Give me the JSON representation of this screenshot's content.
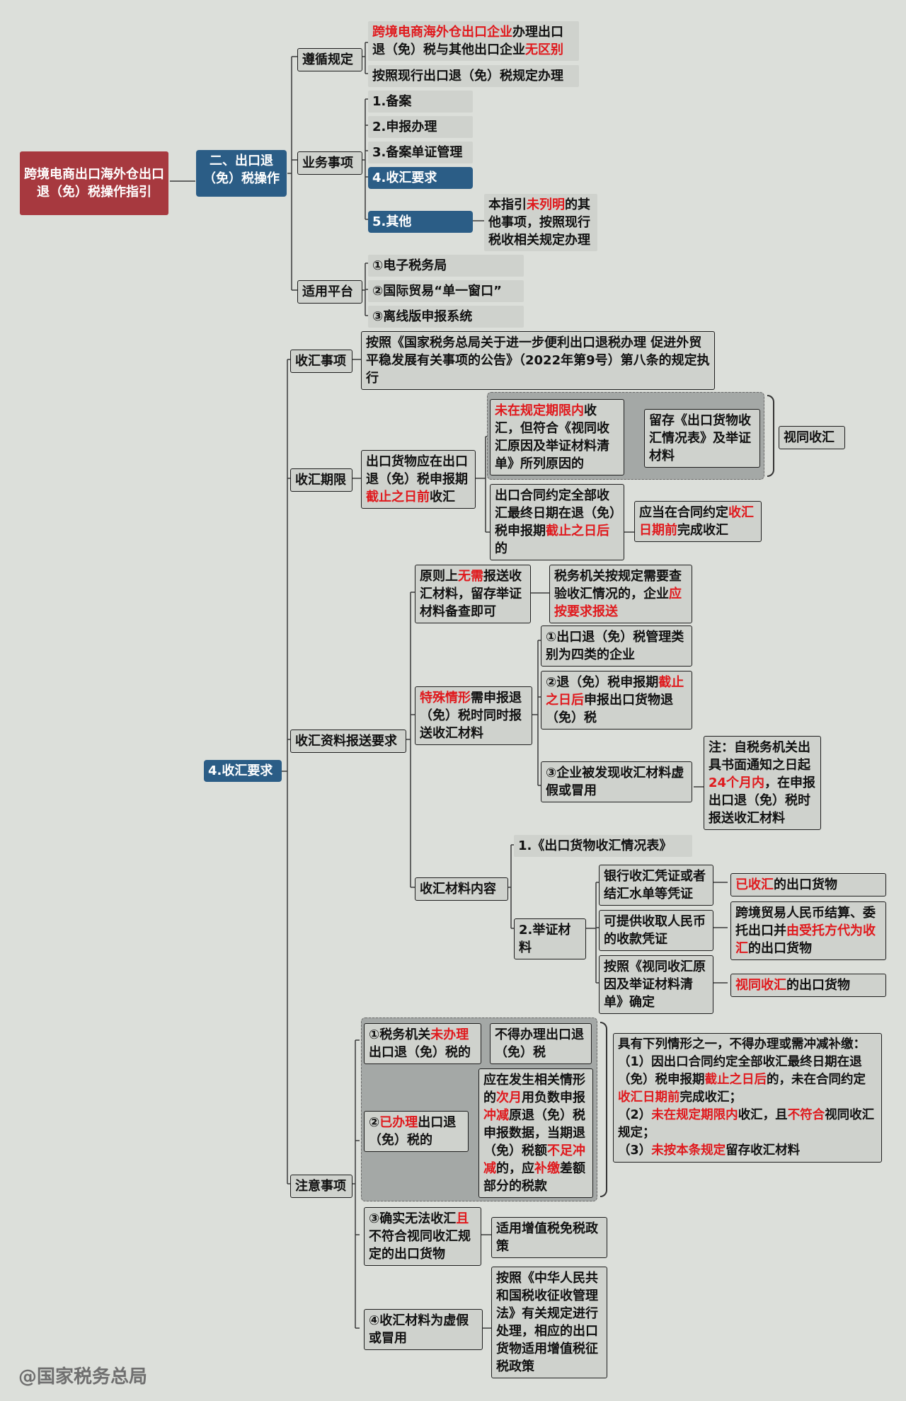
{
  "root": "跨境电商出口海外仓出口退（免）税操作指引",
  "sec2": "二、出口退（免）税操作",
  "top": {
    "l_follow": "遵循规定",
    "follow_1": [
      [
        "跨境电商海外仓出口企业",
        "r"
      ],
      [
        "办理出口退（免）税与其他出口企业",
        ""
      ],
      [
        "无区别",
        "r"
      ]
    ],
    "follow_2": "按照现行出口退（免）税规定办理",
    "l_business": "业务事项",
    "biz": [
      "1.备案",
      "2.申报办理",
      "3.备案单证管理",
      "4.收汇要求",
      "5.其他"
    ],
    "other_note": [
      [
        "本指引",
        ""
      ],
      [
        "未列明",
        "r"
      ],
      [
        "的其他事项，按照现行税收相关规定办理",
        ""
      ]
    ],
    "l_platform": "适用平台",
    "plat": [
      "①电子税务局",
      "②国际贸易“单一窗口”",
      "③离线版申报系统"
    ]
  },
  "s4": {
    "title": "4.收汇要求",
    "l1": "收汇事项",
    "l1_text": "按照《国家税务总局关于进一步便利出口退税办理 促进外贸平稳发展有关事项的公告》（2022年第9号）第八条的规定执行",
    "l2": "收汇期限",
    "l2_text": [
      [
        "出口货物应在出口退（免）税申报期",
        ""
      ],
      [
        "截止之日前",
        "r"
      ],
      [
        "收汇",
        ""
      ]
    ],
    "l2_a": [
      [
        "未在规定期限内",
        "r"
      ],
      [
        "收汇，但符合《视同收汇原因及举证材料清单》所列原因的",
        ""
      ]
    ],
    "l2_a_res": "留存《出口货物收汇情况表》及举证材料",
    "l2_same": "视同收汇",
    "l2_b": [
      [
        "出口合同约定全部收汇最终日期在退（免）税申报期",
        ""
      ],
      [
        "截止之日后",
        "r"
      ],
      [
        "的",
        ""
      ]
    ],
    "l2_b_res": [
      [
        "应当在合同约定",
        ""
      ],
      [
        "收汇日期前",
        "r"
      ],
      [
        "完成收汇",
        ""
      ]
    ],
    "l3": "收汇资料报送要求",
    "l3_a": [
      [
        "原则上",
        ""
      ],
      [
        "无需",
        "r"
      ],
      [
        "报送收汇材料，留存举证材料备查即可",
        ""
      ]
    ],
    "l3_a_res": [
      [
        "税务机关按规定需要查验收汇情况的，企业",
        ""
      ],
      [
        "应按要求报送",
        "r"
      ]
    ],
    "l3_b": [
      [
        "特殊情形",
        "r"
      ],
      [
        "需申报退（免）税时同时报送收汇材料",
        ""
      ]
    ],
    "l3_b1": "①出口退（免）税管理类别为四类的企业",
    "l3_b2": [
      [
        "②退（免）税申报期",
        ""
      ],
      [
        "截止之日后",
        "r"
      ],
      [
        "申报出口货物退（免）税",
        ""
      ]
    ],
    "l3_b3": "③企业被发现收汇材料虚假或冒用",
    "l3_b3_note": [
      [
        "注：自税务机关出具书面通知之日起",
        ""
      ],
      [
        "24个月内",
        "r"
      ],
      [
        "，在申报出口退（免）税时报送收汇材料",
        ""
      ]
    ],
    "l3_c": "收汇材料内容",
    "l3_c1": "1.《出口货物收汇情况表》",
    "l3_c2": "2.举证材料",
    "l3_c2_items": [
      "银行收汇凭证或者结汇水单等凭证",
      "可提供收取人民币的收款凭证",
      "按照《视同收汇原因及举证材料清单》确定"
    ],
    "l3_c2_res1": [
      [
        "已收汇",
        "r"
      ],
      [
        "的出口货物",
        ""
      ]
    ],
    "l3_c2_res2": [
      [
        "跨境贸易人民币结算、委托出口并",
        ""
      ],
      [
        "由受托方代为收汇",
        "r"
      ],
      [
        "的出口货物",
        ""
      ]
    ],
    "l3_c2_res3": [
      [
        "视同收汇",
        "r"
      ],
      [
        "的出口货物",
        ""
      ]
    ],
    "l4": "注意事项",
    "n1": [
      [
        "①税务机关",
        ""
      ],
      [
        "未办理",
        "r"
      ],
      [
        "出口退（免）税的",
        ""
      ]
    ],
    "n1_res": "不得办理出口退（免）税",
    "n2": [
      [
        "②",
        ""
      ],
      [
        "已办理",
        "r"
      ],
      [
        "出口退（免）税的",
        ""
      ]
    ],
    "n2_res": [
      [
        "应在发生相关情形的",
        ""
      ],
      [
        "次月",
        "r"
      ],
      [
        "用负数申报",
        ""
      ],
      [
        "冲减",
        "r"
      ],
      [
        "原退（免）税申报数据，当期退（免）税额",
        ""
      ],
      [
        "不足冲减",
        "r"
      ],
      [
        "的，应",
        ""
      ],
      [
        "补缴",
        "r"
      ],
      [
        "差额部分的税款",
        ""
      ]
    ],
    "box_head": "具有下列情形之一，不得办理或需冲减补缴：",
    "box_l1": [
      [
        "（1）因出口合同约定全部收汇最终日期在退（免）税申报期",
        ""
      ],
      [
        "截止之日后",
        "r"
      ],
      [
        "的，未在合同约定",
        ""
      ],
      [
        "收汇日期前",
        "r"
      ],
      [
        "完成收汇；",
        ""
      ]
    ],
    "box_l2": [
      [
        "（2）",
        ""
      ],
      [
        "未在规定期限内",
        "r"
      ],
      [
        "收汇，且",
        ""
      ],
      [
        "不符合",
        "r"
      ],
      [
        "视同收汇规定；",
        ""
      ]
    ],
    "box_l3": [
      [
        "（3）",
        ""
      ],
      [
        "未按本条规定",
        "r"
      ],
      [
        "留存收汇材料",
        ""
      ]
    ],
    "n3": [
      [
        "③确实无法收汇",
        ""
      ],
      [
        "且",
        "r"
      ],
      [
        "不符合视同收汇规定的出口货物",
        ""
      ]
    ],
    "n3_res": "适用增值税免税政策",
    "n4": "④收汇材料为虚假或冒用",
    "n4_res": "按照《中华人民共和国税收征收管理法》有关规定进行处理，相应的出口货物适用增值税征税政策"
  },
  "watermark": "@国家税务总局"
}
